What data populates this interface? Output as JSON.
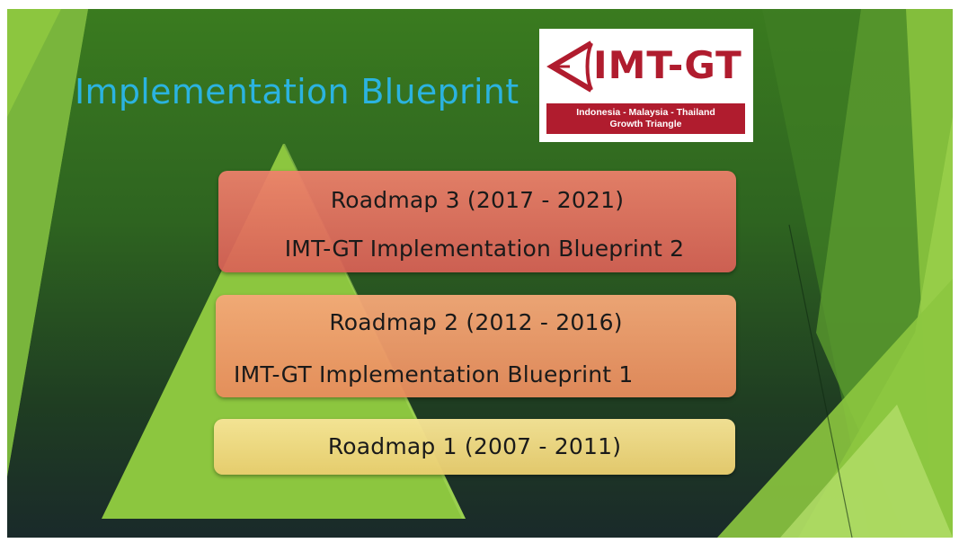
{
  "slide": {
    "title": "Implementation Blueprint",
    "colors": {
      "title": "#2bb3e0",
      "background_dark": "#1f3d22",
      "accent_green": "#8cc63f",
      "pyramid": "#8cc63f",
      "logo_red": "#b01c2e"
    }
  },
  "logo": {
    "text": "IMT-GT",
    "band_line1": "Indonesia - Malaysia - Thailand",
    "band_line2": "Growth Triangle",
    "mark_icon": "triangle-arrow-icon"
  },
  "roadmaps": [
    {
      "label": "Roadmap 3 (2017 - 2021)",
      "subtitle": "IMT-GT Implementation Blueprint 2",
      "color": "#e4756a"
    },
    {
      "label": "Roadmap 2 (2012 - 2016)",
      "subtitle": "IMT-GT Implementation Blueprint 1",
      "color": "#f09c6c"
    },
    {
      "label": "Roadmap 1 (2007 - 2011)",
      "color": "#f0da8a"
    }
  ]
}
